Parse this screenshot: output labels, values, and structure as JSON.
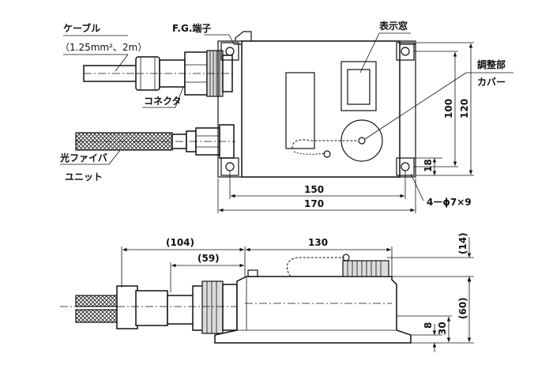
{
  "labels": {
    "cable": "ケーブル",
    "cable_spec": "（1.25mm²、2m）",
    "fg_terminal": "F.G.端子",
    "display_window": "表示窓",
    "adjust_cover_1": "調整部",
    "adjust_cover_2": "カバー",
    "connector": "コネクタ",
    "fiber_unit_1": "光ファイバ",
    "fiber_unit_2": "ユニット",
    "holes": "4ーϕ7×9"
  },
  "dimensions": {
    "top_width_150": "150",
    "top_width_170": "170",
    "top_height_100": "100",
    "top_height_120": "120",
    "top_offset_18": "18",
    "side_104": "(104)",
    "side_59": "(59)",
    "side_130": "130",
    "side_14": "(14)",
    "side_60": "(60)",
    "side_30": "30",
    "side_8": "8"
  }
}
